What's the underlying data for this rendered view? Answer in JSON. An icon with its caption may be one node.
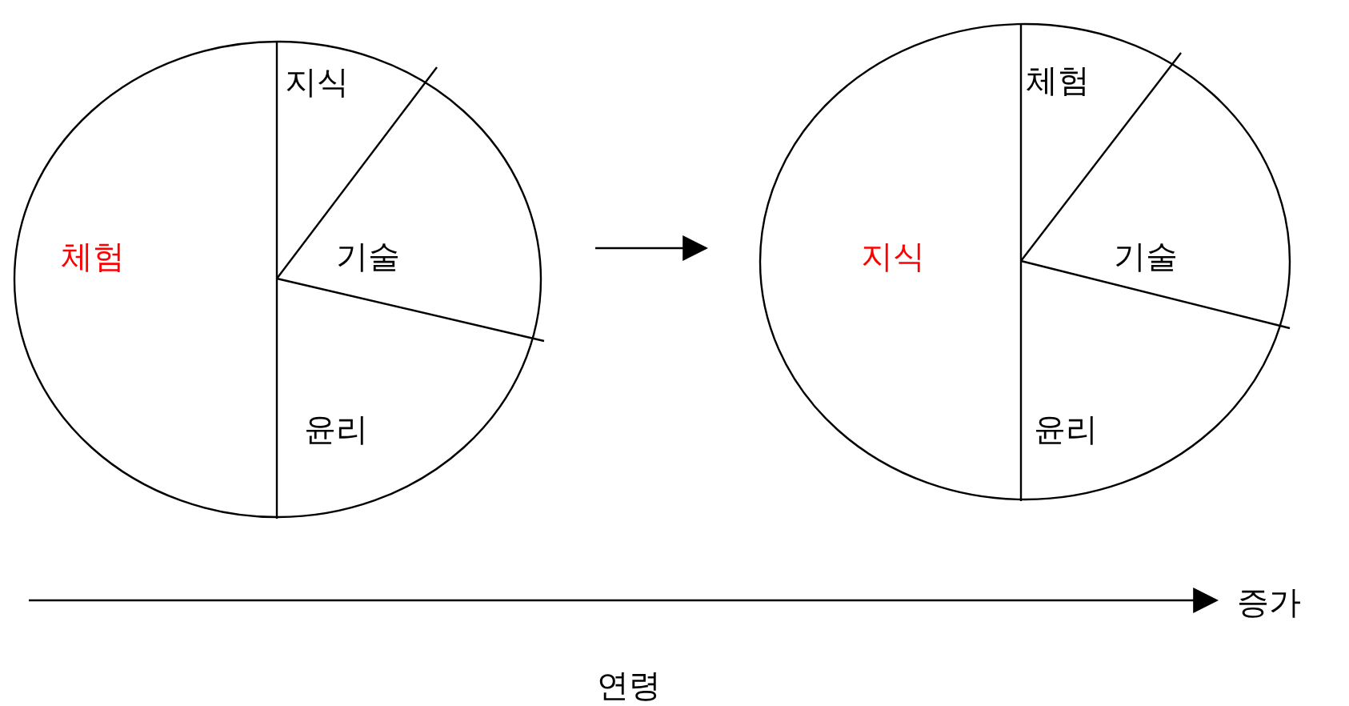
{
  "diagram": {
    "nodes": [
      {
        "text": [
          "지식",
          "체험",
          "기술",
          "윤리"
        ]
      },
      {
        "text": [
          "체험",
          "지식",
          "기술",
          "윤리"
        ]
      }
    ],
    "edges": [
      {
        "from": 0,
        "to": 1,
        "arrow": "to"
      }
    ],
    "labels": [
      "증가",
      "연령"
    ]
  }
}
